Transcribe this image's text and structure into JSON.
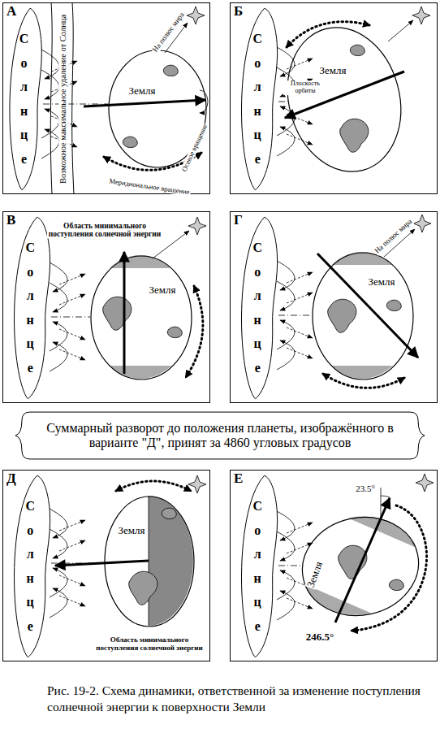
{
  "diagram": {
    "caption": "Рис. 19-2. Схема динамики, ответственной за изменение поступления солнечной энергии к поверхности Земли",
    "nodes": [
      {
        "text": [
          "А"
        ]
      },
      {
        "text": [
          "Солнце"
        ],
        "in": 0
      },
      {
        "text": [
          "Земля"
        ],
        "in": 0
      },
      {
        "text": [
          "Б"
        ]
      },
      {
        "text": [
          "Солнце"
        ],
        "in": 3
      },
      {
        "text": [
          "Земля"
        ],
        "in": 3
      },
      {
        "text": [
          "В"
        ]
      },
      {
        "text": [
          "Солнце"
        ],
        "in": 6
      },
      {
        "text": [
          "Земля"
        ],
        "in": 6
      },
      {
        "text": [
          "Г"
        ]
      },
      {
        "text": [
          "Солнце"
        ],
        "in": 9
      },
      {
        "text": [
          "Земля"
        ],
        "in": 9
      },
      {
        "text": [
          "Суммарный разворот до положения планеты, изображённого в варианте \"Д\", принят за 4860 угловых градусов"
        ]
      },
      {
        "text": [
          "Д"
        ]
      },
      {
        "text": [
          "Солнце"
        ],
        "in": 13
      },
      {
        "text": [
          "Земля"
        ],
        "in": 13
      },
      {
        "text": [
          "Е"
        ]
      },
      {
        "text": [
          "Солнце"
        ],
        "in": 16
      },
      {
        "text": [
          "Земля"
        ],
        "in": 16
      }
    ],
    "labels": [
      "Возможное максимальное удаление от Солнца",
      "На полюс мира",
      "Осевое вращение",
      "Меридиональное вращение",
      "Плоскость орбиты",
      "Область минимального поступления солнечной энергии",
      "На полюс мира",
      "Область минимального поступления солнечной энергии",
      "23.5°",
      "246.5°"
    ]
  }
}
